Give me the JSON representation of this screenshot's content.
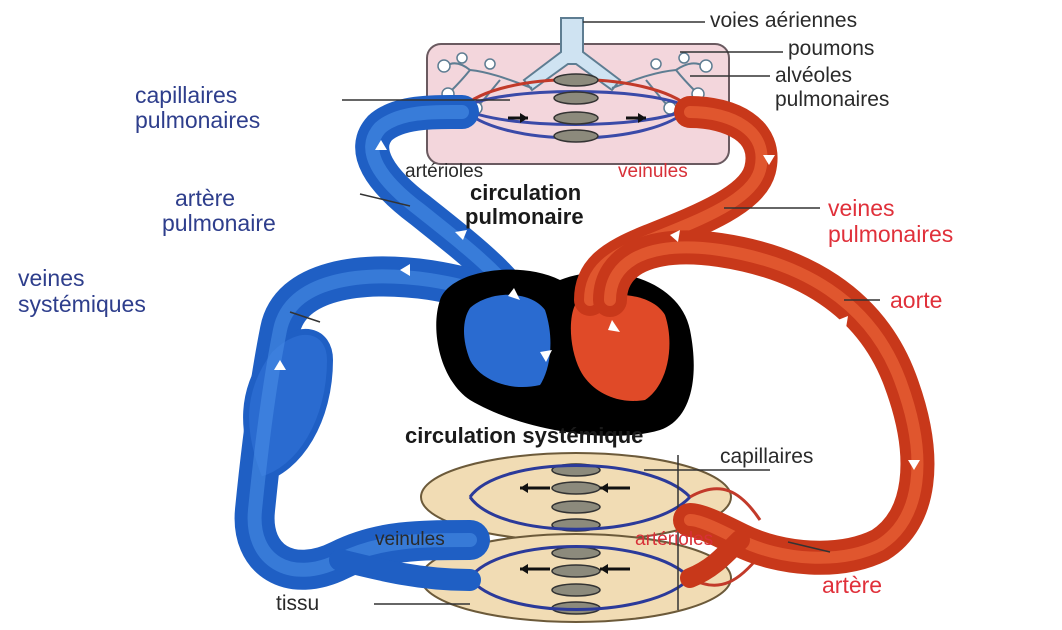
{
  "labels": {
    "voies_aeriennes": "voies aériennes",
    "poumons": "poumons",
    "alveoles_l1": "alvéoles",
    "alveoles_l2": "pulmonaires",
    "capillaires_pulm_l1": "capillaires",
    "capillaires_pulm_l2": "pulmonaires",
    "arterioles_top": "artérioles",
    "veinules_top": "veinules",
    "circulation_pulm_l1": "circulation",
    "circulation_pulm_l2": "pulmonaire",
    "artere_pulm_l1": "artère",
    "artere_pulm_l2": "pulmonaire",
    "veines_pulm_l1": "veines",
    "veines_pulm_l2": "pulmonaires",
    "veines_syst_l1": "veines",
    "veines_syst_l2": "systémiques",
    "aorte": "aorte",
    "circulation_syst": "circulation systémique",
    "capillaires_bottom": "capillaires",
    "veinules_bottom": "veinules",
    "arterioles_bottom": "artérioles",
    "artere": "artère",
    "tissu": "tissu"
  },
  "colors": {
    "deoxygenated": "#2f73d6",
    "oxygenated": "#e04a28",
    "lung": "#f3d6dc",
    "tissue": "#f1dcb4",
    "heart_outline": "#000000"
  }
}
